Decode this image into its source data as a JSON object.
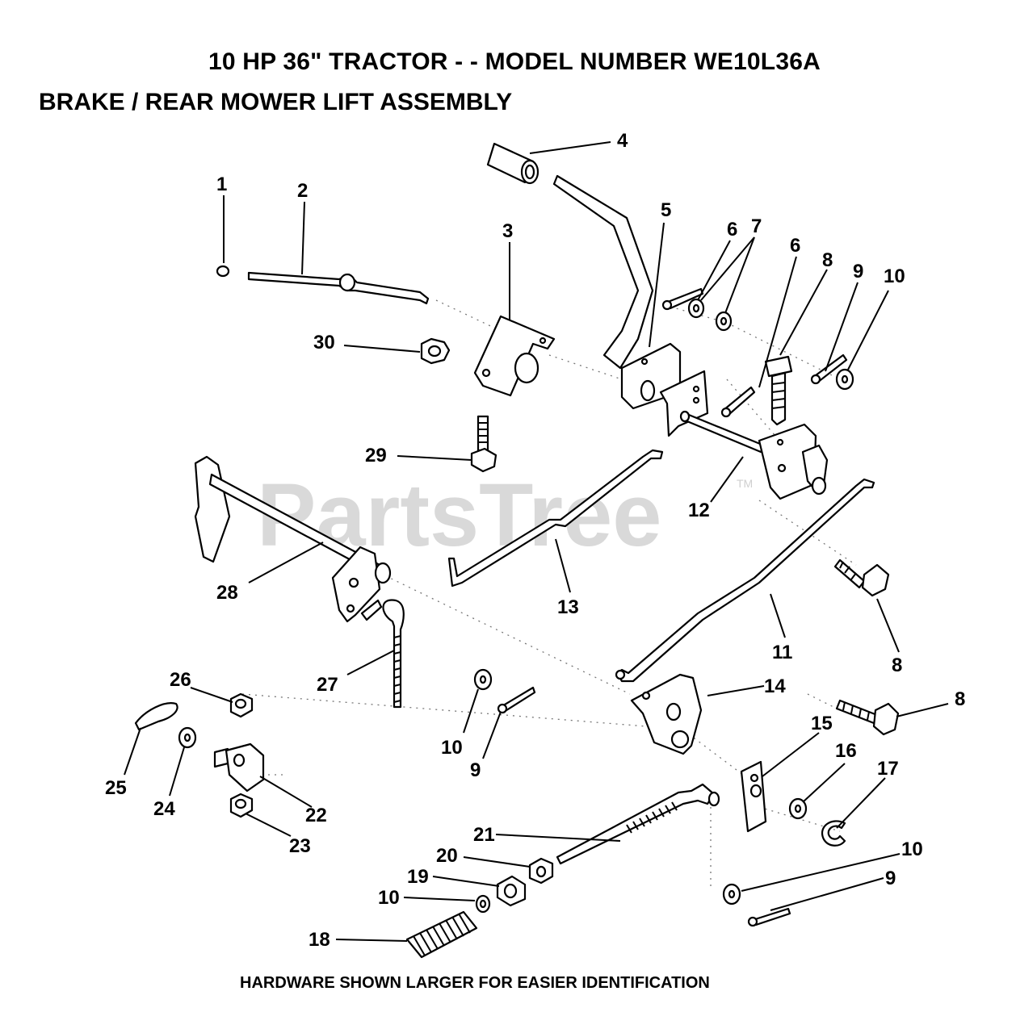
{
  "header": {
    "title": "10 HP 36\" TRACTOR - - MODEL NUMBER WE10L36A",
    "subtitle": "BRAKE / REAR MOWER LIFT ASSEMBLY"
  },
  "watermark": {
    "text": "PartsTree",
    "tm": "TM"
  },
  "footer": {
    "note": "HARDWARE SHOWN LARGER FOR EASIER IDENTIFICATION"
  },
  "callouts": {
    "c1": "1",
    "c2": "2",
    "c3": "3",
    "c4": "4",
    "c5": "5",
    "c6a": "6",
    "c6b": "6",
    "c7": "7",
    "c8a": "8",
    "c8b": "8",
    "c8c": "8",
    "c9a": "9",
    "c9b": "9",
    "c9c": "9",
    "c10a": "10",
    "c10b": "10",
    "c10c": "10",
    "c10d": "10",
    "c11": "11",
    "c12": "12",
    "c13": "13",
    "c14": "14",
    "c15": "15",
    "c16": "16",
    "c17": "17",
    "c18": "18",
    "c19": "19",
    "c20": "20",
    "c21": "21",
    "c22": "22",
    "c23": "23",
    "c24": "24",
    "c25": "25",
    "c26": "26",
    "c27": "27",
    "c28": "28",
    "c29": "29",
    "c30": "30"
  }
}
